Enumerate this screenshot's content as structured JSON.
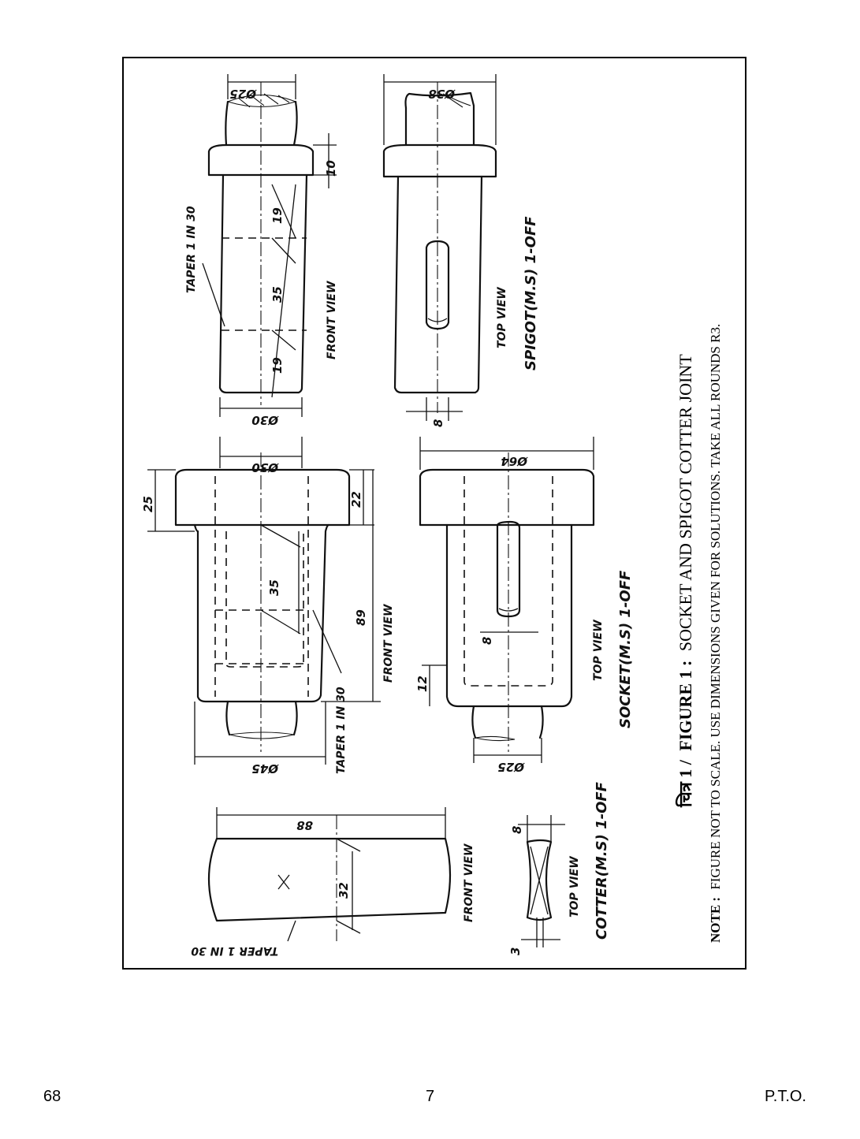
{
  "figure": {
    "caption_hindi": "चित्र 1 /",
    "caption_figure": "FIGURE 1 :",
    "caption_title": "SOCKET AND SPIGOT COTTER JOINT",
    "note_label": "NOTE :",
    "note_text": "FIGURE NOT TO SCALE. USE DIMENSIONS GIVEN FOR SOLUTIONS. TAKE ALL ROUNDS R3."
  },
  "spigot": {
    "front_view_label": "FRONT VIEW",
    "top_view_label": "TOP VIEW",
    "part_label": "SPIGOT(M.S) 1-OFF",
    "taper_label": "TAPER 1 IN 30",
    "dims": {
      "d25": "Ø25",
      "d30": "Ø30",
      "d38": "Ø38",
      "t10": "10",
      "l19a": "19",
      "l35": "35",
      "l19b": "19",
      "s8": "8"
    }
  },
  "socket": {
    "front_view_label": "FRONT VIEW",
    "top_view_label": "TOP VIEW",
    "part_label": "SOCKET(M.S) 1-OFF",
    "taper_label": "TAPER 1 IN 30",
    "dims": {
      "d30": "Ø30",
      "d64": "Ø64",
      "d45": "Ø45",
      "d25": "Ø25",
      "c25": "25",
      "c22": "22",
      "l35": "35",
      "l89": "89",
      "l12": "12",
      "s8": "8"
    }
  },
  "cotter": {
    "front_view_label": "FRONT VIEW",
    "top_view_label": "TOP VIEW",
    "part_label": "COTTER(M.S) 1-OFF",
    "taper_label": "TAPER 1 IN 30",
    "dims": {
      "l88": "88",
      "w32": "32",
      "t8": "8",
      "e3": "3"
    }
  },
  "footer": {
    "left": "68",
    "center": "7",
    "right": "P.T.O."
  }
}
